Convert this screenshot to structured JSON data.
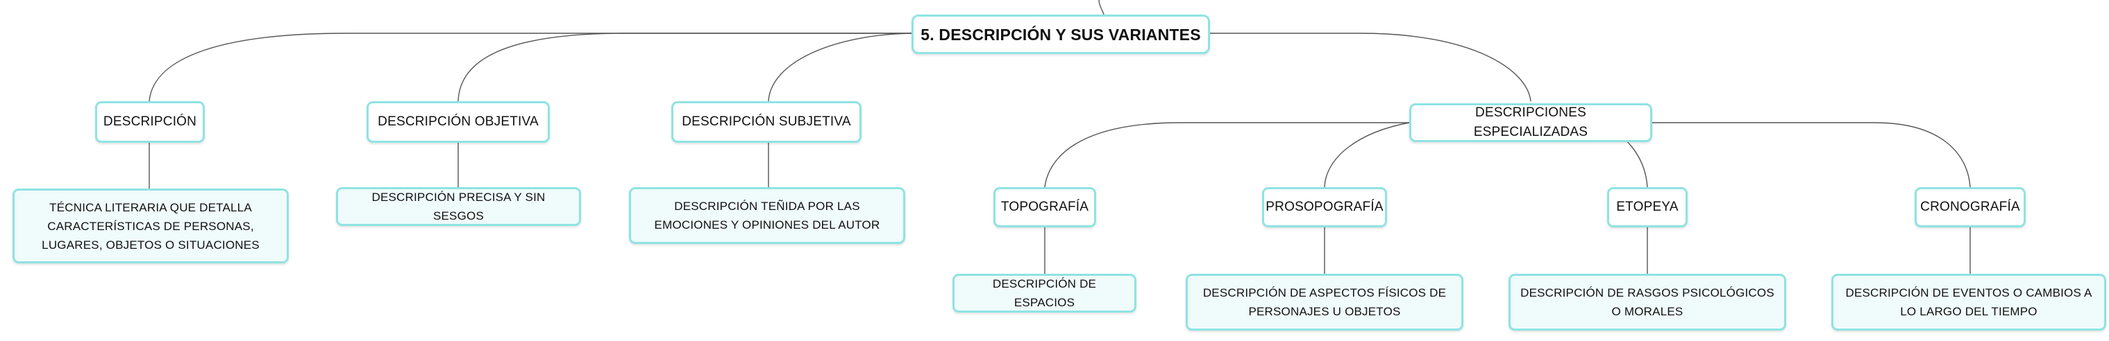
{
  "diagram": {
    "type": "mind-map",
    "colors": {
      "border": "#8fe3e3",
      "leaf_fill": "#f0fbfb",
      "connector": "#555555",
      "text": "#111111"
    },
    "root": {
      "label": "5. DESCRIPCIÓN Y SUS VARIANTES"
    },
    "branches": [
      {
        "label": "DESCRIPCIÓN",
        "detail": "TÉCNICA LITERARIA QUE DETALLA CARACTERÍSTICAS DE PERSONAS, LUGARES, OBJETOS O SITUACIONES"
      },
      {
        "label": "DESCRIPCIÓN OBJETIVA",
        "detail": "DESCRIPCIÓN PRECISA Y SIN SESGOS"
      },
      {
        "label": "DESCRIPCIÓN SUBJETIVA",
        "detail": "DESCRIPCIÓN TEÑIDA POR LAS EMOCIONES Y OPINIONES DEL AUTOR"
      },
      {
        "label": "DESCRIPCIONES ESPECIALIZADAS",
        "children": [
          {
            "label": "TOPOGRAFÍA",
            "detail": "DESCRIPCIÓN DE ESPACIOS"
          },
          {
            "label": "PROSOPOGRAFÍA",
            "detail": "DESCRIPCIÓN DE ASPECTOS FÍSICOS DE PERSONAJES U OBJETOS"
          },
          {
            "label": "ETOPEYA",
            "detail": "DESCRIPCIÓN DE RASGOS PSICOLÓGICOS O MORALES"
          },
          {
            "label": "CRONOGRAFÍA",
            "detail": "DESCRIPCIÓN DE EVENTOS O CAMBIOS A LO LARGO DEL TIEMPO"
          }
        ]
      }
    ]
  }
}
